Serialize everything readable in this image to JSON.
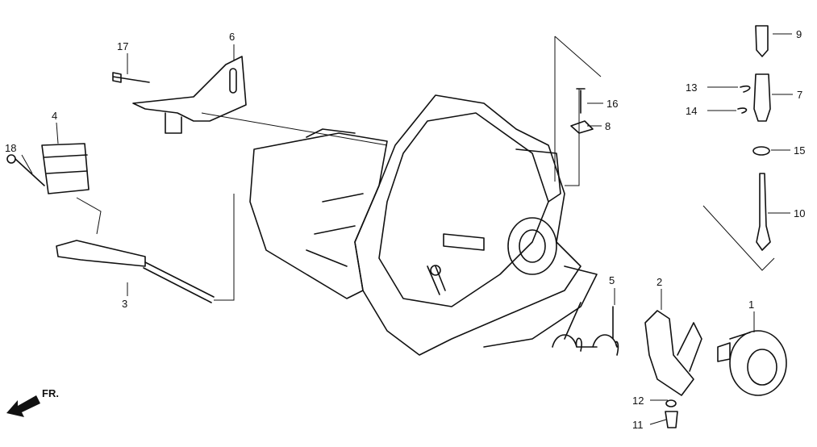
{
  "diagram": {
    "callouts": [
      {
        "id": "1",
        "text": "1"
      },
      {
        "id": "2",
        "text": "2"
      },
      {
        "id": "3",
        "text": "3"
      },
      {
        "id": "4",
        "text": "4"
      },
      {
        "id": "5",
        "text": "5"
      },
      {
        "id": "6",
        "text": "6"
      },
      {
        "id": "7",
        "text": "7"
      },
      {
        "id": "8",
        "text": "8"
      },
      {
        "id": "9",
        "text": "9"
      },
      {
        "id": "10",
        "text": "10"
      },
      {
        "id": "11",
        "text": "11"
      },
      {
        "id": "12",
        "text": "12"
      },
      {
        "id": "13",
        "text": "13"
      },
      {
        "id": "14",
        "text": "14"
      },
      {
        "id": "15",
        "text": "15"
      },
      {
        "id": "16",
        "text": "16"
      },
      {
        "id": "17",
        "text": "17"
      },
      {
        "id": "18",
        "text": "18"
      }
    ],
    "direction_label": "FR."
  }
}
